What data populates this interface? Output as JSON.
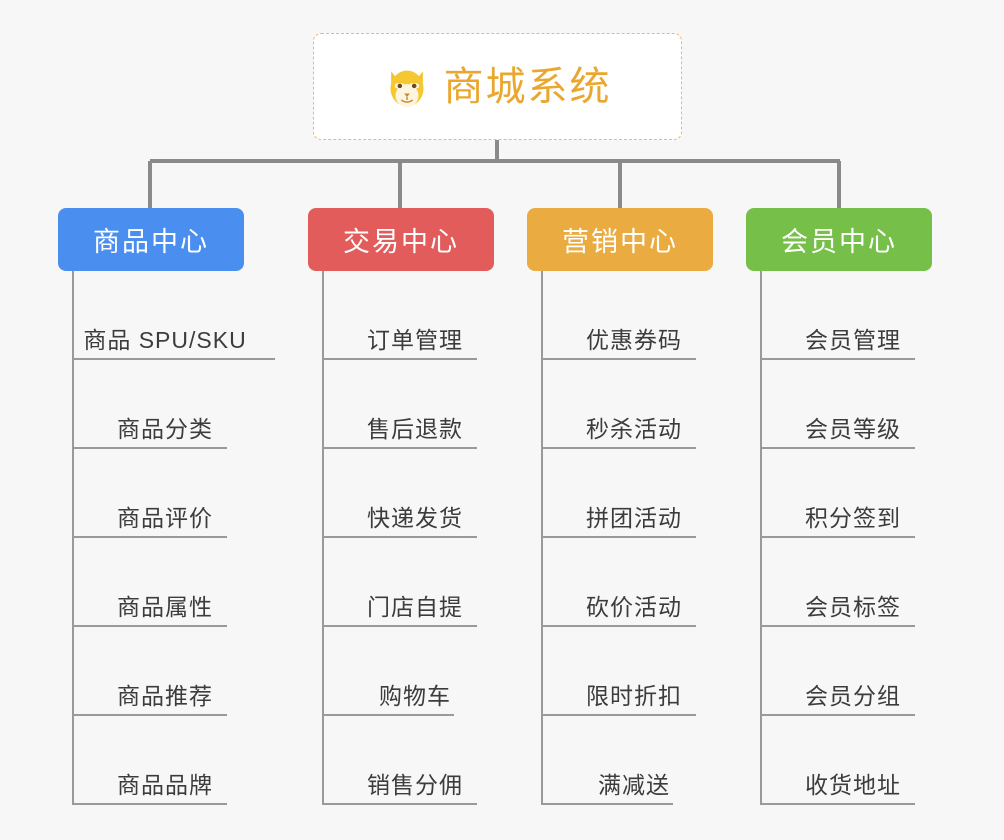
{
  "root": {
    "title": "商城系统",
    "icon": "shiba-dog-icon",
    "border_color": "#f0b95a",
    "text_color": "#eaa72f",
    "background": "#ffffff"
  },
  "canvas": {
    "background": "#f7f7f7",
    "line_color": "#9a9a9a"
  },
  "columns": [
    {
      "title": "商品中心",
      "color": "#4a8ef0",
      "items": [
        "商品 SPU/SKU",
        "商品分类",
        "商品评价",
        "商品属性",
        "商品推荐",
        "商品品牌"
      ]
    },
    {
      "title": "交易中心",
      "color": "#e25c5c",
      "items": [
        "订单管理",
        "售后退款",
        "快递发货",
        "门店自提",
        "购物车",
        "销售分佣"
      ]
    },
    {
      "title": "营销中心",
      "color": "#eaab41",
      "items": [
        "优惠券码",
        "秒杀活动",
        "拼团活动",
        "砍价活动",
        "限时折扣",
        "满减送"
      ]
    },
    {
      "title": "会员中心",
      "color": "#76c04a",
      "items": [
        "会员管理",
        "会员等级",
        "积分签到",
        "会员标签",
        "会员分组",
        "收货地址"
      ]
    }
  ]
}
